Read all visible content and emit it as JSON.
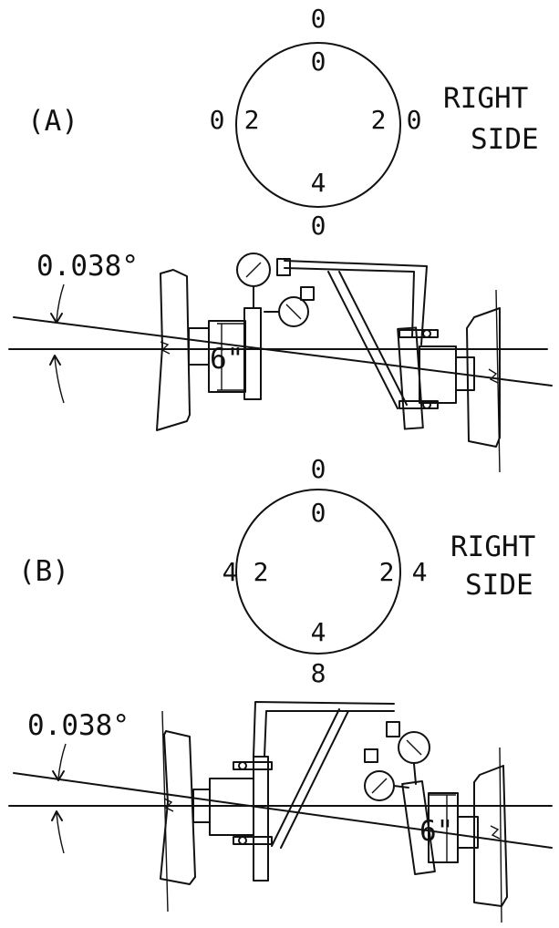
{
  "diagram_a": {
    "label": "(A)",
    "side_label_line1": "RIGHT",
    "side_label_line2": "SIDE",
    "outer_readings": {
      "top": "0",
      "left": "0",
      "right": "0",
      "bottom": "0"
    },
    "inner_readings": {
      "top": "0",
      "left": "2",
      "right": "2",
      "bottom": "4"
    },
    "angle_label": "0.038°",
    "dimension_label": "6\""
  },
  "diagram_b": {
    "label": "(B)",
    "side_label_line1": "RIGHT",
    "side_label_line2": "SIDE",
    "outer_readings": {
      "top": "0",
      "left": "4",
      "right": "4",
      "bottom": "8"
    },
    "inner_readings": {
      "top": "0",
      "left": "2",
      "right": "2",
      "bottom": "4"
    },
    "angle_label": "0.038°",
    "dimension_label": "6\""
  }
}
